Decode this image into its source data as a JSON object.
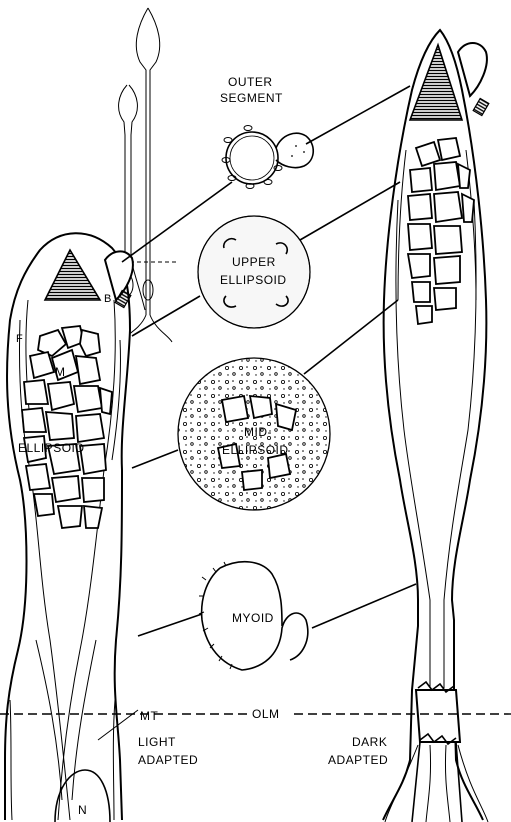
{
  "labels": {
    "outer_segment_line1": "OUTER",
    "outer_segment_line2": "SEGMENT",
    "upper_ellipsoid_line1": "UPPER",
    "upper_ellipsoid_line2": "ELLIPSOID",
    "mid_ellipsoid_line1": "MID-",
    "mid_ellipsoid_line2": "ELLIPSOID",
    "myoid": "MYOID",
    "ellipsoid": "ELLIPSOID",
    "m": "M",
    "f": "F",
    "b": "B",
    "mt": "MT",
    "olm": "OLM",
    "n": "N",
    "light_line1": "LIGHT",
    "light_line2": "ADAPTED",
    "dark_line1": "DARK",
    "dark_line2": "ADAPTED"
  }
}
